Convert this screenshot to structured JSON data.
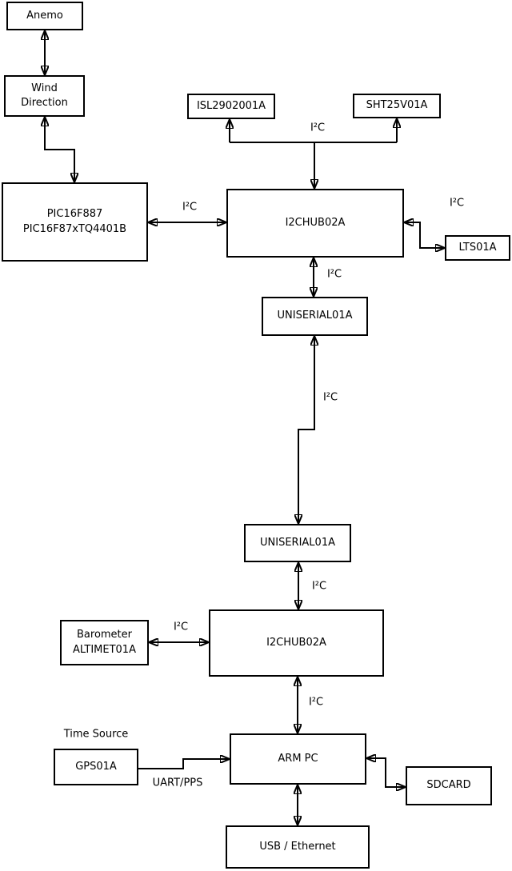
{
  "diagram": {
    "colors": {
      "line": "#000000",
      "background": "#ffffff",
      "text": "#000000"
    },
    "nodes": {
      "anemo": {
        "label": "Anemo"
      },
      "wind": {
        "line1": "Wind",
        "line2": "Direction"
      },
      "pic": {
        "line1": "PIC16F887",
        "line2": "PIC16F87xTQ4401B"
      },
      "isl": {
        "label": "ISL2902001A"
      },
      "sht": {
        "label": "SHT25V01A"
      },
      "hub1": {
        "label": "I2CHUB02A"
      },
      "lts": {
        "label": "LTS01A"
      },
      "uniserial1": {
        "label": "UNISERIAL01A"
      },
      "uniserial2": {
        "label": "UNISERIAL01A"
      },
      "hub2": {
        "label": "I2CHUB02A"
      },
      "barometer": {
        "line1": "Barometer",
        "line2": "ALTIMET01A"
      },
      "arm": {
        "label": "ARM PC"
      },
      "gps": {
        "label": "GPS01A"
      },
      "sdcard": {
        "label": "SDCARD"
      },
      "usb": {
        "label": "USB / Ethernet"
      }
    },
    "labels": {
      "time_source": "Time Source",
      "uart_pps": "UART/PPS",
      "i2c_pic_hub1": "I²C",
      "i2c_isl_sht": "I²C",
      "i2c_hub1_lts": "I²C",
      "i2c_hub1_uni1": "I²C",
      "i2c_uni1_uni2": "I²C",
      "i2c_uni2_hub2": "I²C",
      "i2c_baro_hub2": "I²C",
      "i2c_hub2_arm": "I²C"
    }
  }
}
